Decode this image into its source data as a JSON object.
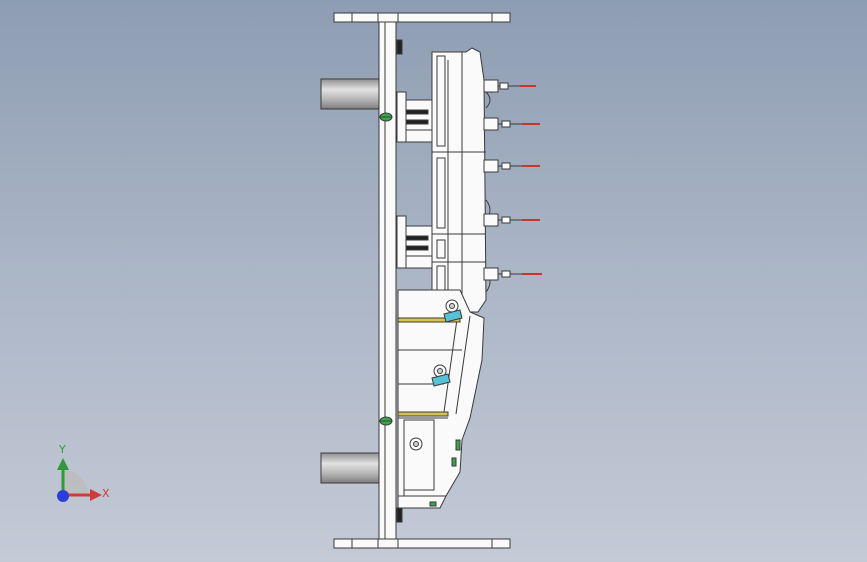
{
  "view": {
    "background_top": "#8e9db3",
    "background_bottom": "#c4cad6"
  },
  "triad": {
    "x_label": "X",
    "y_label": "Y",
    "x_color": "#d33b3b",
    "y_color": "#2f9a3a",
    "z_color": "#2a3fd6"
  },
  "model": {
    "fixture_count": 5,
    "steel_color": "#fafafa",
    "edge_color": "#3a3a3a",
    "cylinder_color": "#b9b9b9",
    "accent_green": "#3fa34d",
    "accent_yellow": "#d9c24a",
    "accent_cyan": "#57c2d6",
    "pin_tip_color": "#c0392b"
  }
}
